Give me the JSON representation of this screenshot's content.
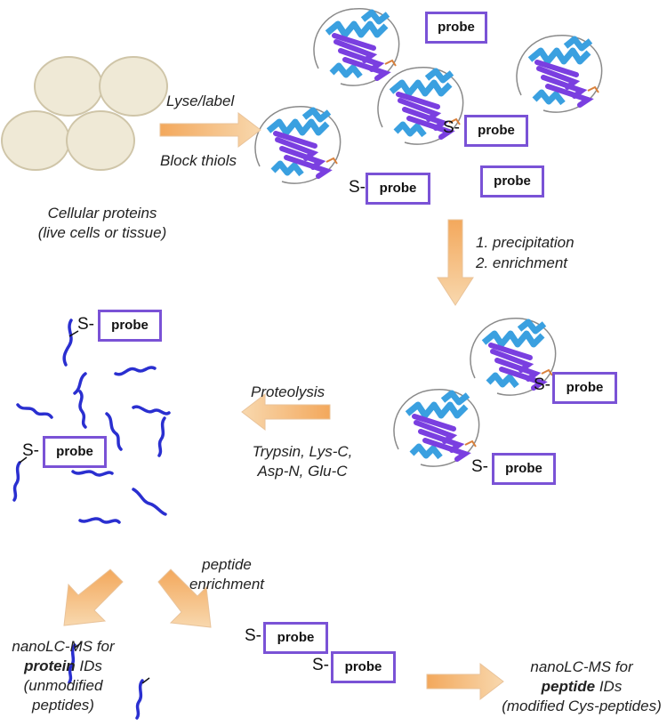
{
  "colors": {
    "probe_border": "#7a52d6",
    "arrow_from": "#f3a85c",
    "arrow_to": "#f7d6a8",
    "peptide": "#2a2fd0",
    "helix": "#3aa0e0",
    "sheet": "#7a3fe0",
    "cell_fill": "#efe9d6",
    "cell_stroke": "#cfc5a8"
  },
  "probe_label": "probe",
  "s_label": "S-",
  "step1": {
    "line1": "Lyse/label",
    "line2": "Block thiols"
  },
  "cells_caption": {
    "line1": "Cellular proteins",
    "line2": "(live cells or tissue)"
  },
  "step2": {
    "line1": "1.  precipitation",
    "line2": "2.  enrichment"
  },
  "step3": {
    "label": "Proteolysis",
    "line1": "Trypsin, Lys-C,",
    "line2": "Asp-N, Glu-C"
  },
  "step4": {
    "line1": "peptide",
    "line2": "enrichment"
  },
  "out_protein": {
    "line1": "nanoLC-MS for",
    "bold": "protein",
    "rest": " IDs",
    "line3": "(unmodified",
    "line4": "peptides)"
  },
  "out_peptide": {
    "line1": "nanoLC-MS for",
    "bold": "peptide",
    "rest": " IDs",
    "line3": "(modified Cys-peptides)"
  }
}
